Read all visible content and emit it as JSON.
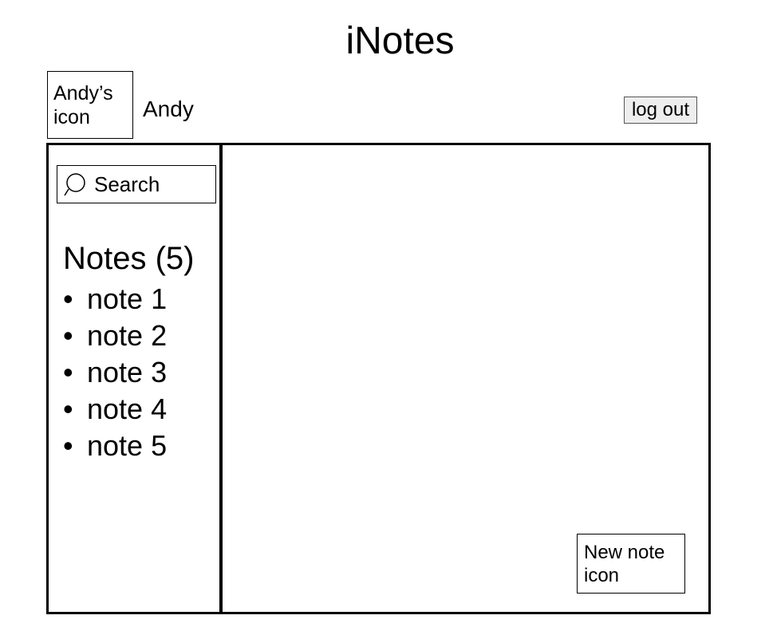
{
  "app": {
    "title": "iNotes"
  },
  "header": {
    "avatar_label": "Andy’s icon",
    "user_name": "Andy",
    "logout_label": "log out"
  },
  "sidebar": {
    "search_label": "Search",
    "search_icon": "search-icon",
    "notes_heading": "Notes (5)",
    "notes": [
      {
        "label": "note 1"
      },
      {
        "label": "note 2"
      },
      {
        "label": "note 3"
      },
      {
        "label": "note 4"
      },
      {
        "label": "note 5"
      }
    ]
  },
  "editor": {
    "new_note_label": "New note icon"
  }
}
